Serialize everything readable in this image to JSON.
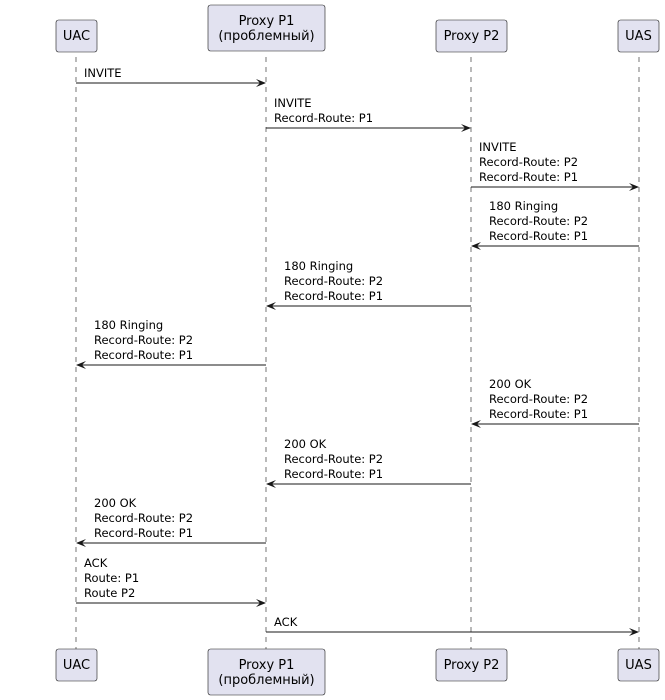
{
  "participants": [
    {
      "id": "uac",
      "lines": [
        "UAC"
      ]
    },
    {
      "id": "p1",
      "lines": [
        "Proxy P1",
        "(проблемный)"
      ]
    },
    {
      "id": "p2",
      "lines": [
        "Proxy P2"
      ]
    },
    {
      "id": "uas",
      "lines": [
        "UAS"
      ]
    }
  ],
  "messages": [
    {
      "from": "uac",
      "to": "p1",
      "lines": [
        "INVITE"
      ]
    },
    {
      "from": "p1",
      "to": "p2",
      "lines": [
        "INVITE",
        "Record-Route: P1"
      ]
    },
    {
      "from": "p2",
      "to": "uas",
      "lines": [
        "INVITE",
        "Record-Route: P2",
        "Record-Route: P1"
      ]
    },
    {
      "from": "uas",
      "to": "p2",
      "lines": [
        "180 Ringing",
        "Record-Route: P2",
        "Record-Route: P1"
      ]
    },
    {
      "from": "p2",
      "to": "p1",
      "lines": [
        "180 Ringing",
        "Record-Route: P2",
        "Record-Route: P1"
      ]
    },
    {
      "from": "p1",
      "to": "uac",
      "lines": [
        "180 Ringing",
        "Record-Route: P2",
        "Record-Route: P1"
      ]
    },
    {
      "from": "uas",
      "to": "p2",
      "lines": [
        "200 OK",
        "Record-Route: P2",
        "Record-Route: P1"
      ]
    },
    {
      "from": "p2",
      "to": "p1",
      "lines": [
        "200 OK",
        "Record-Route: P2",
        "Record-Route: P1"
      ]
    },
    {
      "from": "p1",
      "to": "uac",
      "lines": [
        "200 OK",
        "Record-Route: P2",
        "Record-Route: P1"
      ]
    },
    {
      "from": "uac",
      "to": "p1",
      "lines": [
        "ACK",
        "Route: P1",
        "Route P2"
      ]
    },
    {
      "from": "p1",
      "to": "uas",
      "lines": [
        "ACK"
      ]
    }
  ],
  "colors": {
    "box_fill": "#e2e2f0",
    "line": "#181818"
  }
}
